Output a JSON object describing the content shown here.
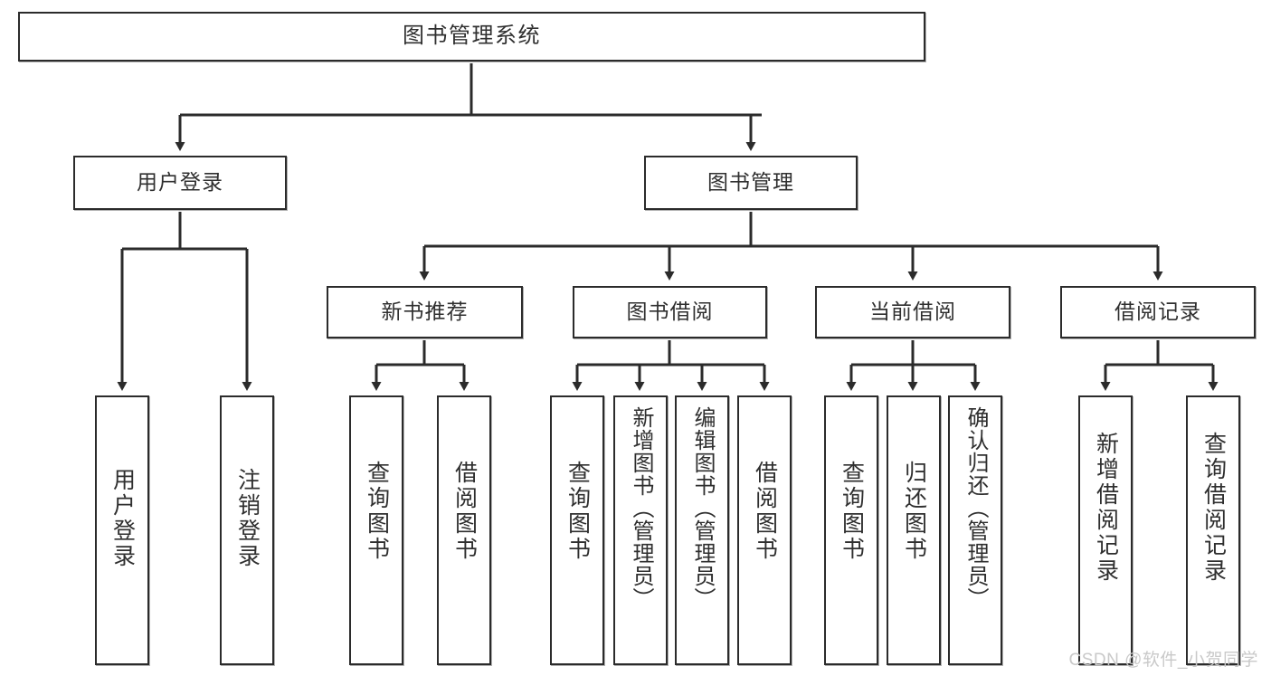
{
  "diagram": {
    "title": "图书管理系统",
    "type": "hierarchy-tree",
    "root": {
      "label": "图书管理系统"
    },
    "level2": [
      {
        "label": "用户登录"
      },
      {
        "label": "图书管理"
      }
    ],
    "level3": [
      {
        "label": "新书推荐"
      },
      {
        "label": "图书借阅"
      },
      {
        "label": "当前借阅"
      },
      {
        "label": "借阅记录"
      }
    ],
    "leaves": {
      "user_login": [
        {
          "label": "用户登录"
        },
        {
          "label": "注销登录"
        }
      ],
      "new_book_recommend": [
        {
          "label": "查询图书"
        },
        {
          "label": "借阅图书"
        }
      ],
      "book_borrow": [
        {
          "label": "查询图书"
        },
        {
          "label": "新增图书（管理员）"
        },
        {
          "label": "编辑图书（管理员）"
        },
        {
          "label": "借阅图书"
        }
      ],
      "current_borrow": [
        {
          "label": "查询图书"
        },
        {
          "label": "归还图书"
        },
        {
          "label": "确认归还（管理员）"
        }
      ],
      "borrow_record": [
        {
          "label": "新增借阅记录"
        },
        {
          "label": "查询借阅记录"
        }
      ]
    }
  },
  "watermark": {
    "text": "CSDN @软件_小贺同学"
  },
  "colors": {
    "border": "#2b2b2b",
    "text": "#2f2f2f",
    "background": "#ffffff",
    "watermark": "#c9c9c9"
  }
}
